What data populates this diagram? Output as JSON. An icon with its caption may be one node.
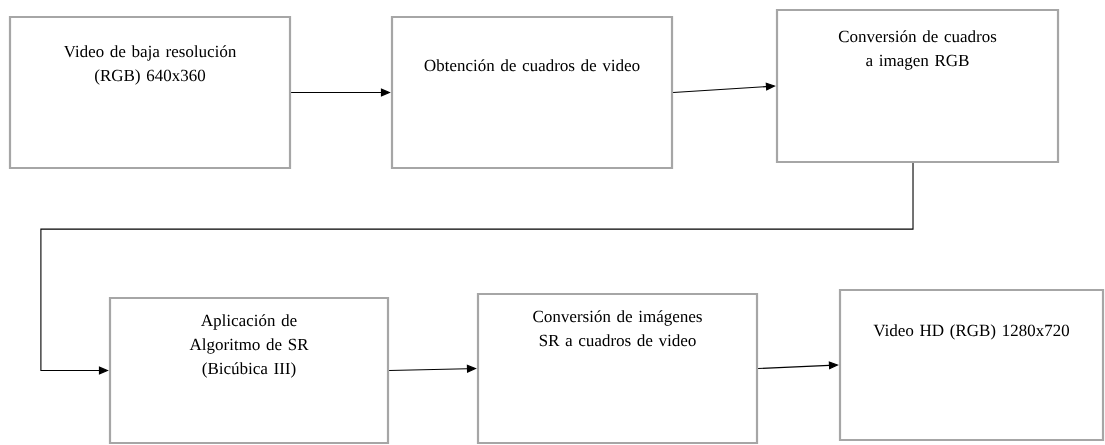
{
  "diagram": {
    "nodes": [
      {
        "text": [
          "Video de baja resolución (RGB) 640x360"
        ]
      },
      {
        "text": [
          "Obtención de cuadros de video"
        ]
      },
      {
        "text": [
          "Conversión de cuadros a imagen RGB"
        ]
      },
      {
        "text": [
          "Aplicación de Algoritmo de SR (Bicúbica III)"
        ]
      },
      {
        "text": [
          "Conversión de imágenes SR a cuadros de video"
        ]
      },
      {
        "text": [
          "Video HD (RGB) 1280x720"
        ]
      }
    ],
    "edges": [
      {
        "from": 0,
        "to": 1,
        "arrow": "to"
      },
      {
        "from": 1,
        "to": 2,
        "arrow": "to"
      },
      {
        "from": 2,
        "to": 3,
        "arrow": "to"
      },
      {
        "from": 3,
        "to": 4,
        "arrow": "to"
      },
      {
        "from": 4,
        "to": 5,
        "arrow": "to"
      }
    ]
  }
}
